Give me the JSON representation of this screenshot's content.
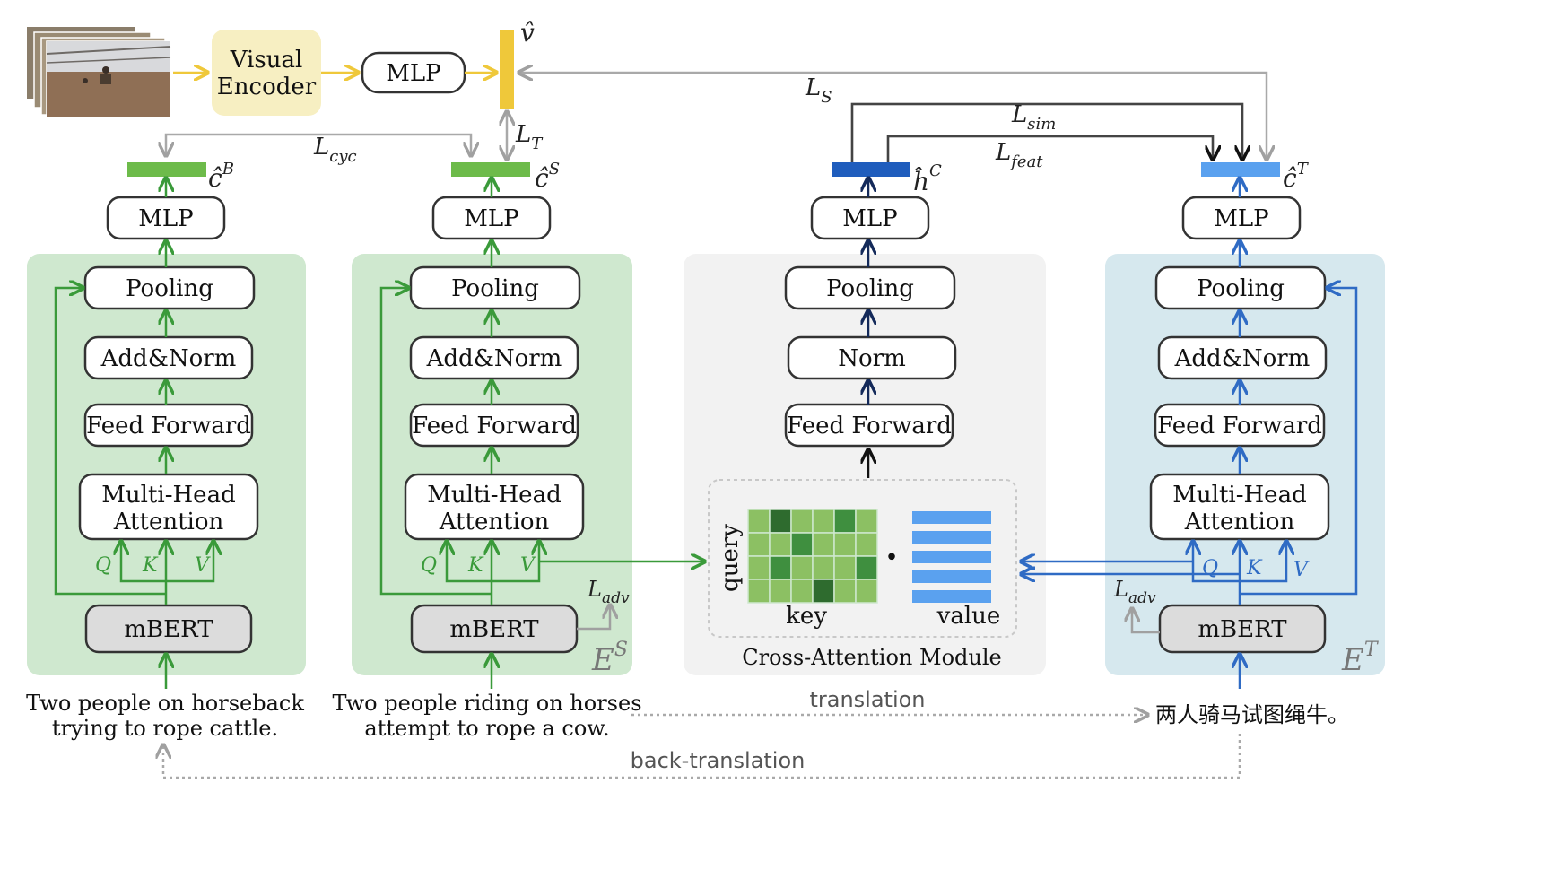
{
  "colors": {
    "green": "#3a9a3a",
    "green_panel": "#cfe8cf",
    "gray_panel": "#f2f2f2",
    "blue_panel": "#d6e8ee",
    "navy": "#142a5a",
    "blue": "#2f6bc4",
    "light_blue": "#5aa1ef",
    "yellow": "#efc83a",
    "visual_box": "#f7efc2",
    "gray_line": "#a9a9a9"
  },
  "visual": {
    "encoder_label_line1": "Visual",
    "encoder_label_line2": "Encoder",
    "mlp_label": "MLP",
    "v_hat_label": "v̂"
  },
  "branch_b": {
    "c_hat_label": "ĉ",
    "c_hat_sup": "B",
    "mlp": "MLP",
    "pooling": "Pooling",
    "addnorm": "Add&Norm",
    "ff": "Feed Forward",
    "mha_line1": "Multi-Head",
    "mha_line2": "Attention",
    "q": "Q",
    "k": "K",
    "v": "V",
    "mbert": "mBERT",
    "input_line1": "Two people on horseback",
    "input_line2": "trying to rope cattle."
  },
  "branch_s": {
    "c_hat_label": "ĉ",
    "c_hat_sup": "S",
    "mlp": "MLP",
    "pooling": "Pooling",
    "addnorm": "Add&Norm",
    "ff": "Feed Forward",
    "mha_line1": "Multi-Head",
    "mha_line2": "Attention",
    "q": "Q",
    "k": "K",
    "v": "V",
    "mbert": "mBERT",
    "l_adv": "L",
    "l_adv_sub": "adv",
    "e_label": "E",
    "e_sup": "S",
    "input_line1": "Two people riding on horses",
    "input_line2": "attempt to rope a cow."
  },
  "branch_c": {
    "h_hat_label": "ĥ",
    "h_hat_sup": "C",
    "mlp": "MLP",
    "pooling": "Pooling",
    "norm": "Norm",
    "ff": "Feed Forward",
    "query": "query",
    "key": "key",
    "value": "value",
    "dot": "•",
    "module_title": "Cross-Attention Module"
  },
  "branch_t": {
    "c_hat_label": "ĉ",
    "c_hat_sup": "T",
    "mlp": "MLP",
    "pooling": "Pooling",
    "addnorm": "Add&Norm",
    "ff": "Feed Forward",
    "mha_line1": "Multi-Head",
    "mha_line2": "Attention",
    "q": "Q",
    "k": "K",
    "v": "V",
    "mbert": "mBERT",
    "l_adv": "L",
    "l_adv_sub": "adv",
    "e_label": "E",
    "e_sup": "T",
    "input": "两人骑马试图绳牛。"
  },
  "losses": {
    "l_cyc": "L",
    "l_cyc_sub": "cyc",
    "l_t": "L",
    "l_t_sub": "T",
    "l_s": "L",
    "l_s_sub": "S",
    "l_sim": "L",
    "l_sim_sub": "sim",
    "l_feat": "L",
    "l_feat_sub": "feat"
  },
  "flows": {
    "translation": "translation",
    "back_translation": "back-translation"
  }
}
